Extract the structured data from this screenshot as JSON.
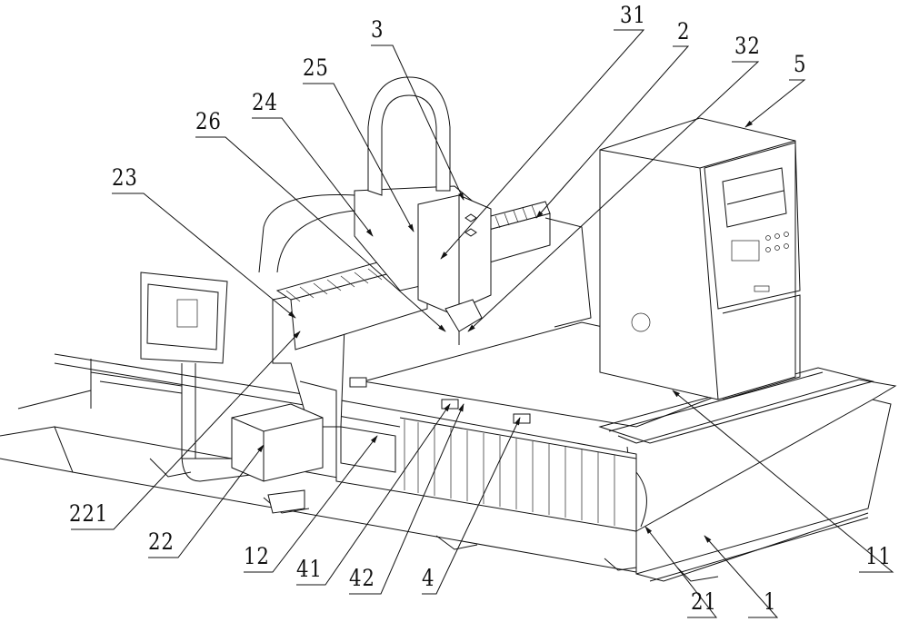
{
  "figure": {
    "title": "Laser cutting machine - perspective view",
    "labels": [
      {
        "id": "l3",
        "text": "3"
      },
      {
        "id": "l31",
        "text": "31"
      },
      {
        "id": "l2",
        "text": "2"
      },
      {
        "id": "l32",
        "text": "32"
      },
      {
        "id": "l5",
        "text": "5"
      },
      {
        "id": "l25",
        "text": "25"
      },
      {
        "id": "l24",
        "text": "24"
      },
      {
        "id": "l26",
        "text": "26"
      },
      {
        "id": "l23",
        "text": "23"
      },
      {
        "id": "l221",
        "text": "221"
      },
      {
        "id": "l22",
        "text": "22"
      },
      {
        "id": "l12",
        "text": "12"
      },
      {
        "id": "l41",
        "text": "41"
      },
      {
        "id": "l42",
        "text": "42"
      },
      {
        "id": "l4",
        "text": "4"
      },
      {
        "id": "l21",
        "text": "21"
      },
      {
        "id": "l1",
        "text": "1"
      },
      {
        "id": "l11",
        "text": "11"
      }
    ],
    "components": {
      "base_bed": "1",
      "work_table": "11",
      "side_rail": "12",
      "gantry": "2",
      "dust_cover": "21",
      "pipe_box": "22",
      "pipe": "221",
      "gantry_end": "23",
      "beam": "24",
      "bracket": "25",
      "cable_slot": "26",
      "cutting_head": "3",
      "head_carriage": "31",
      "nozzle": "32",
      "clamp_assembly": "4",
      "clamp_a": "41",
      "clamp_b": "42",
      "control_cabinet": "5"
    }
  }
}
